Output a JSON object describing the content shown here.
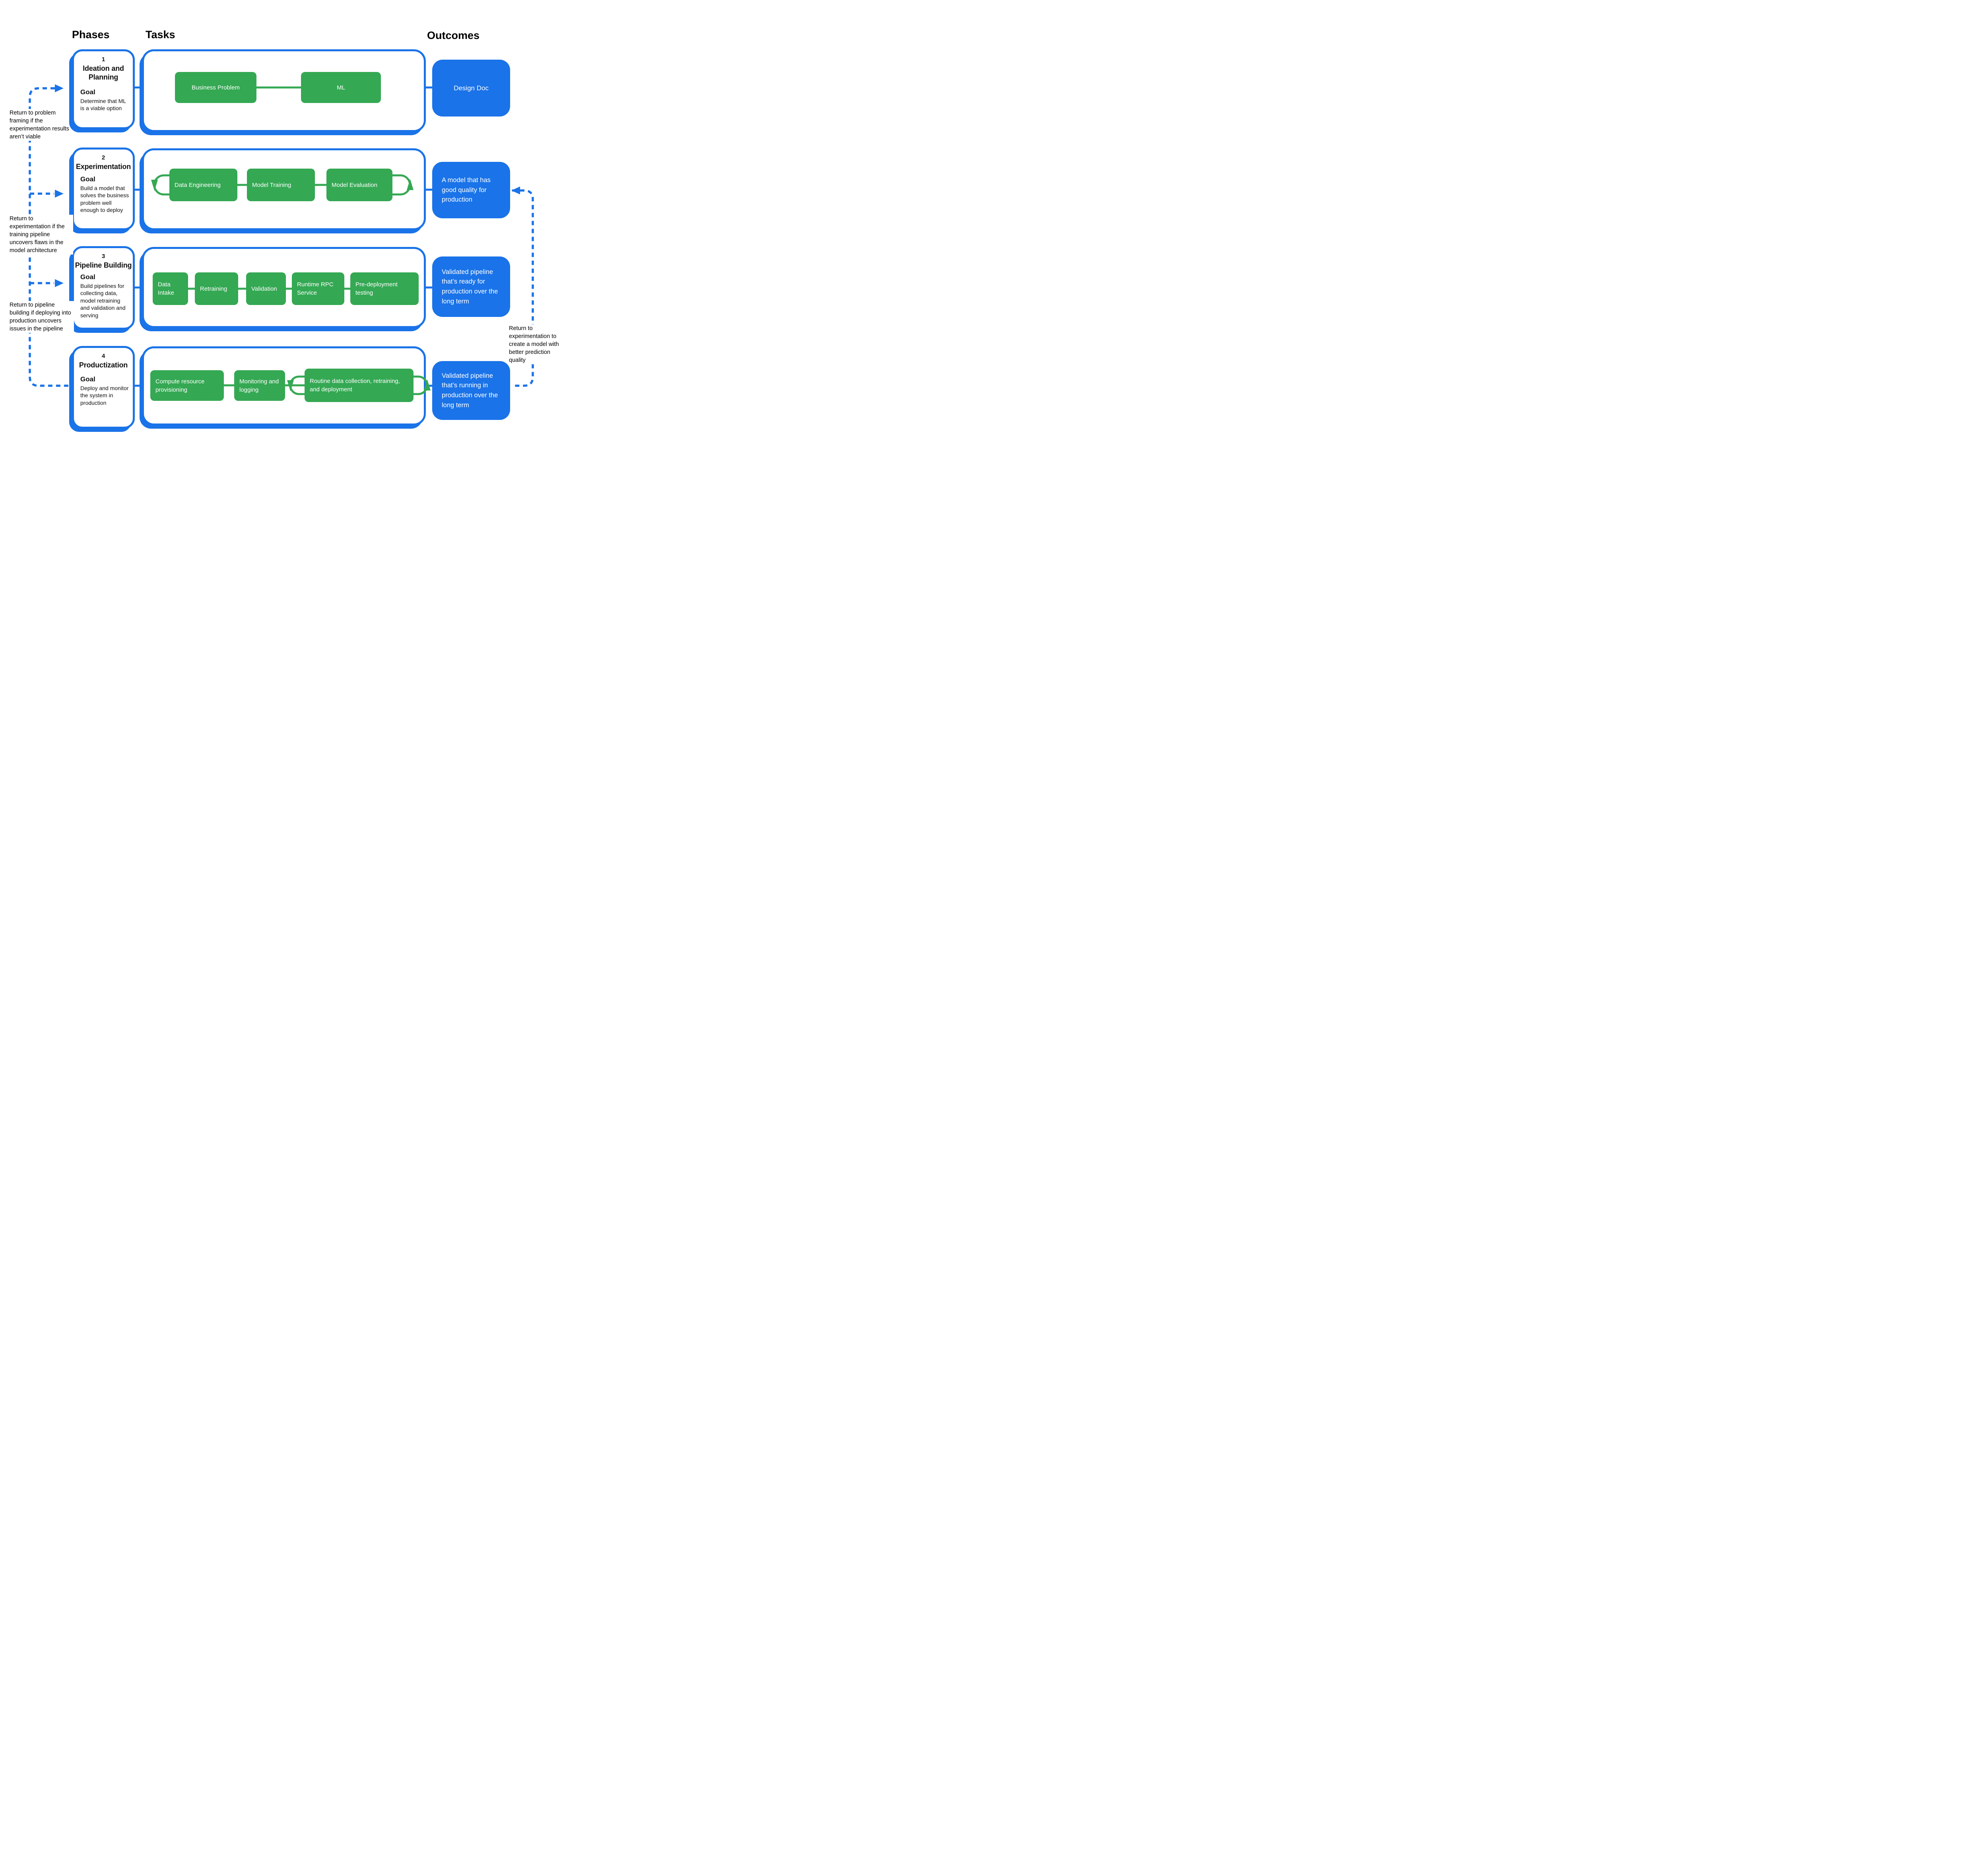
{
  "headers": {
    "phases": "Phases",
    "tasks": "Tasks",
    "outcomes": "Outcomes"
  },
  "colors": {
    "accent_blue": "#1A73E8",
    "task_green": "#34A853",
    "text": "#000000"
  },
  "rows": [
    {
      "phase": {
        "number": "1",
        "title": "Ideation and Planning",
        "goal_label": "Goal",
        "goal": "Determine that ML is a viable option"
      },
      "tasks": [
        "Business Problem",
        "ML"
      ],
      "outcome": "Design Doc"
    },
    {
      "phase": {
        "number": "2",
        "title": "Experimentation",
        "goal_label": "Goal",
        "goal": "Build a model that solves the business problem well enough to deploy"
      },
      "tasks": [
        "Data Engineering",
        "Model Training",
        "Model Evaluation"
      ],
      "outcome": "A model that has good quality for production"
    },
    {
      "phase": {
        "number": "3",
        "title": "Pipeline Building",
        "goal_label": "Goal",
        "goal": "Build pipelines for collecting data, model retraining and validation and serving"
      },
      "tasks": [
        "Data Intake",
        "Retraining",
        "Validation",
        "Runtime RPC Service",
        "Pre-deployment testing"
      ],
      "outcome": "Validated pipeline that’s ready for production over the long term"
    },
    {
      "phase": {
        "number": "4",
        "title": "Productization",
        "goal_label": "Goal",
        "goal": "Deploy and monitor the system in production"
      },
      "tasks": [
        "Compute resource provisioning",
        "Monitoring and logging",
        "Routine data collection, retraining, and deployment"
      ],
      "outcome": "Validated pipeline that’s running in production over the long term"
    }
  ],
  "annotations": {
    "left": [
      "Return to problem framing if the experimentation results aren’t viable",
      "Return to experimentation if the training pipeline uncovers flaws in the model architecture",
      "Return to pipeline building if deploying into production uncovers issues in the pipeline"
    ],
    "right": "Return to experimentation to create a model with better prediction quality"
  }
}
